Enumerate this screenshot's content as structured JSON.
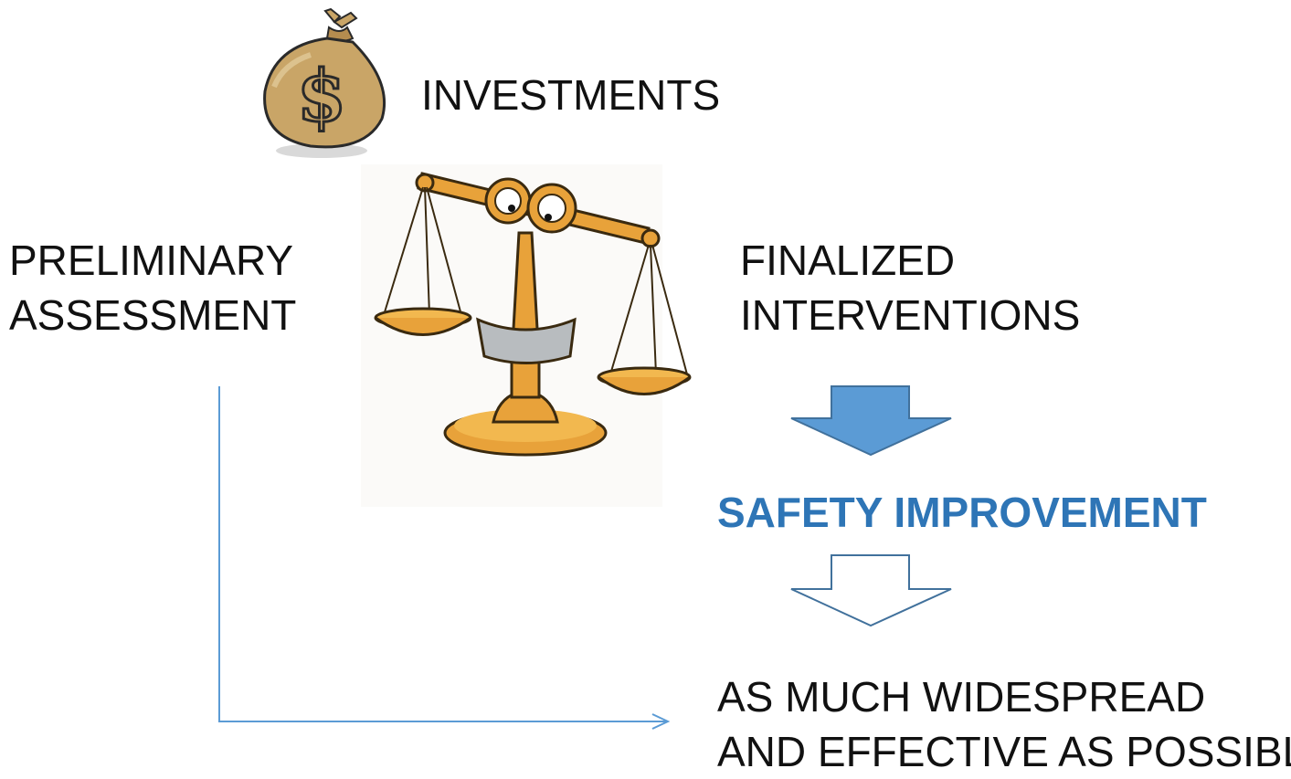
{
  "investments": "INVESTMENTS",
  "preliminary": [
    "PRELIMINARY",
    "ASSESSMENT"
  ],
  "finalized": [
    "FINALIZED",
    "INTERVENTIONS"
  ],
  "safety": "SAFETY IMPROVEMENT",
  "outcome": [
    "AS MUCH WIDESPREAD",
    "AND EFFECTIVE AS POSSIBLE"
  ],
  "colors": {
    "accent": "#2e75b6",
    "arrow_fill": "#5b9bd5",
    "arrow_stroke": "#41719c",
    "connector": "#5b9bd5",
    "gold": "#e8a23a",
    "bag": "#c9a567"
  },
  "icons": [
    "money-bag-icon",
    "balance-scale-icon",
    "down-arrow-filled",
    "down-arrow-outline"
  ]
}
